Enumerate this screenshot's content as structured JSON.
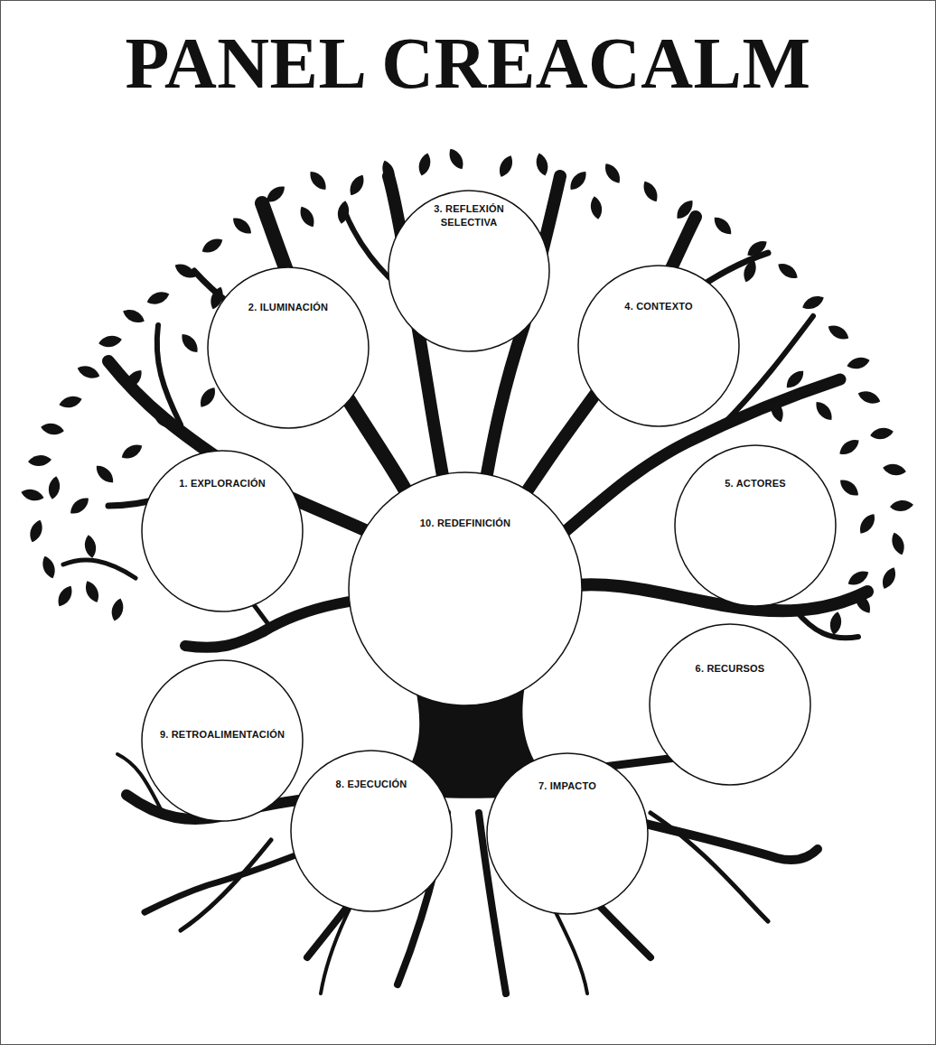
{
  "diagram": {
    "title": "PANEL CREACALM",
    "nodes": [
      {
        "text": [
          "1. EXPLORACIÓN"
        ]
      },
      {
        "text": [
          "2. ILUMINACIÓN"
        ]
      },
      {
        "text": [
          "3. REFLEXIÓN SELECTIVA"
        ]
      },
      {
        "text": [
          "4. CONTEXTO"
        ]
      },
      {
        "text": [
          "5. ACTORES"
        ]
      },
      {
        "text": [
          "6. RECURSOS"
        ]
      },
      {
        "text": [
          "7. IMPACTO"
        ]
      },
      {
        "text": [
          "8. EJECUCIÓN"
        ]
      },
      {
        "text": [
          "9. RETROALIMENTACIÓN"
        ]
      },
      {
        "text": [
          "10. REDEFINICIÓN"
        ]
      }
    ]
  }
}
